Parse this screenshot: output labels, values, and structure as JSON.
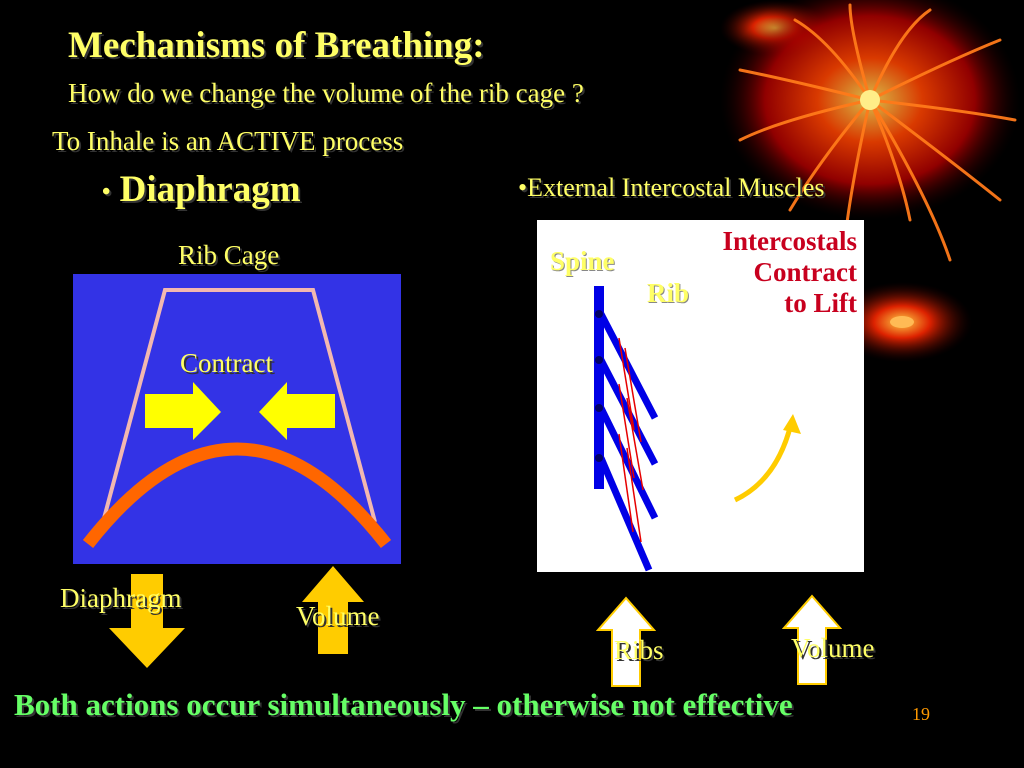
{
  "slide": {
    "title": "Mechanisms of Breathing:",
    "subtitle": "How do we change the volume of the rib cage ?",
    "inhale_text": "To Inhale is an ACTIVE process",
    "bullet_left": {
      "marker": "•",
      "text": "Diaphragm"
    },
    "bullet_right": "•External Intercostal Muscles",
    "slide_number": "19"
  },
  "left_diagram": {
    "caption": "Rib Cage",
    "contract_label": "Contract",
    "diaphragm_label": "Diaphragm",
    "volume_label": "Volume",
    "colors": {
      "panel": "#3333e6",
      "rib_outline": "#f2b8b0",
      "diaphragm": "#ff6600",
      "arrow": "#ffff00"
    }
  },
  "right_diagram": {
    "spine_label": "Spine",
    "rib_label": "Rib",
    "intercostals_lines": [
      "Intercostals",
      "Contract",
      "to Lift"
    ],
    "ribs_label": "Ribs",
    "volume_label": "Volume",
    "colors": {
      "panel": "#ffffff",
      "spine": "#0000e6",
      "muscle": "#e60000",
      "lift_arrow": "#ffcc00",
      "label": "#c8001e"
    }
  },
  "conclusion": "Both actions occur simultaneously – otherwise not effective",
  "decoration": "fireworks-graphic"
}
